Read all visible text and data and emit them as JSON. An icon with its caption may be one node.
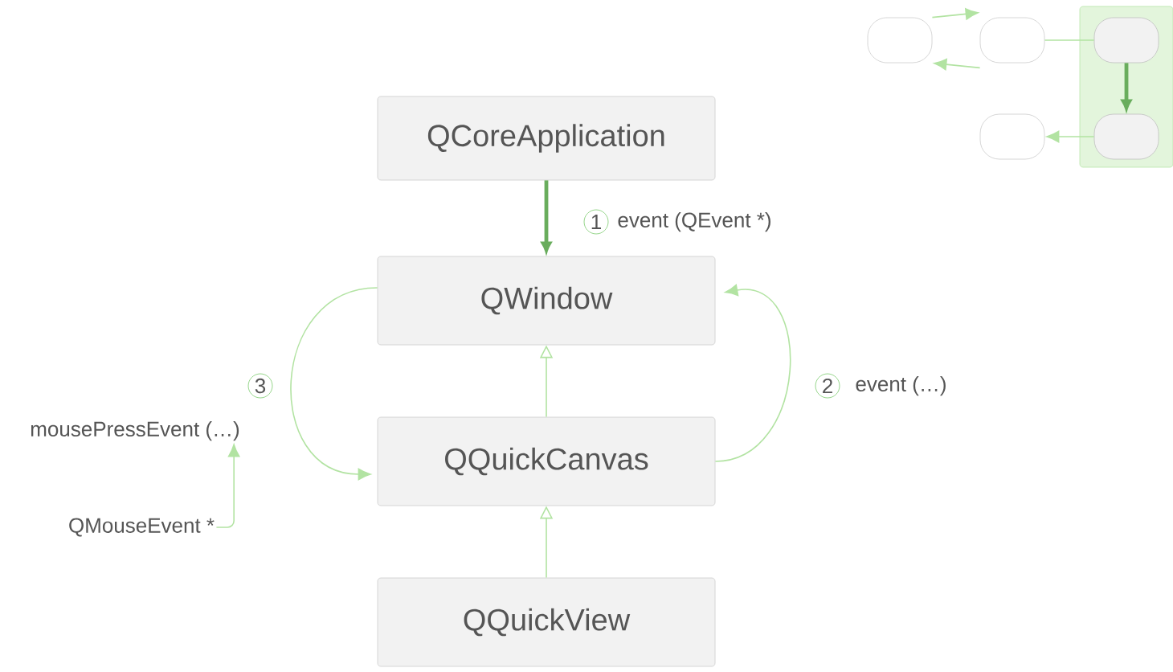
{
  "diagram": {
    "nodes": [
      {
        "text": [
          "QCoreApplication"
        ]
      },
      {
        "text": [
          "QWindow"
        ]
      },
      {
        "text": [
          "QQuickCanvas"
        ]
      },
      {
        "text": [
          "QQuickView"
        ]
      },
      {
        "text": [
          "mousePressEvent (…)"
        ]
      },
      {
        "text": [
          "QMouseEvent *"
        ]
      },
      {
        "text": [],
        "shape": "box"
      },
      {
        "text": [],
        "shape": "box"
      },
      {
        "text": [],
        "shape": "box"
      },
      {
        "text": [],
        "shape": "box",
        "in": 8
      },
      {
        "text": [],
        "shape": "box",
        "in": 8
      },
      {
        "text": [],
        "shape": "box"
      }
    ],
    "edges": [
      {
        "from": 0,
        "to": 1,
        "arrow": "to",
        "label": "event (QEvent *)",
        "style": "thick"
      },
      {
        "from": 2,
        "to": 1,
        "arrow": "to",
        "label": "event (…)"
      },
      {
        "from": 1,
        "to": 2,
        "arrow": "to"
      },
      {
        "from": 5,
        "to": 4,
        "arrow": "to"
      },
      {
        "from": 2,
        "to": 1,
        "arrow": "to"
      },
      {
        "from": 3,
        "to": 2,
        "arrow": "to"
      },
      {
        "from": 6,
        "to": 7,
        "arrow": "to"
      },
      {
        "from": 7,
        "to": 6,
        "arrow": "to"
      },
      {
        "from": 7,
        "to": 9,
        "arrow": "none"
      },
      {
        "from": 9,
        "to": 10,
        "arrow": "to",
        "style": "thick"
      },
      {
        "from": 10,
        "to": 11,
        "arrow": "to"
      }
    ],
    "labels": [
      "1",
      "2",
      "3"
    ]
  }
}
